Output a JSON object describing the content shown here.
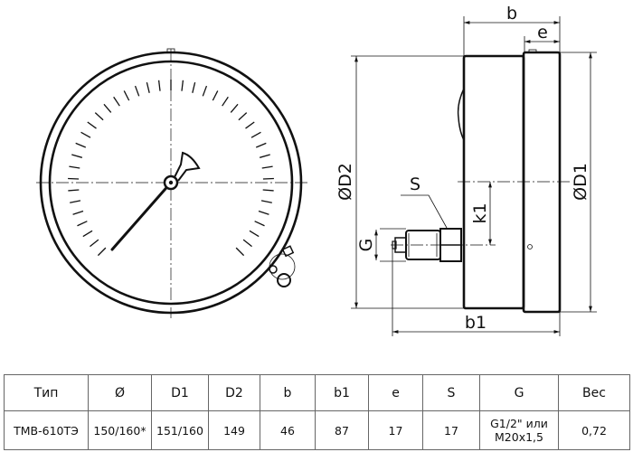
{
  "drawing": {
    "labels": {
      "b": "b",
      "e": "e",
      "D2": "ØD2",
      "D1": "ØD1",
      "S": "S",
      "k1": "k1",
      "G": "G",
      "b1": "b1"
    },
    "scale_ticks": 41
  },
  "table": {
    "headers": [
      "Тип",
      "Ø",
      "D1",
      "D2",
      "b",
      "b1",
      "e",
      "S",
      "G",
      "Вес"
    ],
    "rows": [
      [
        "ТМВ-610ТЭ",
        "150/160*",
        "151/160",
        "149",
        "46",
        "87",
        "17",
        "17",
        "G1/2\" или M20x1,5",
        "0,72"
      ]
    ]
  }
}
